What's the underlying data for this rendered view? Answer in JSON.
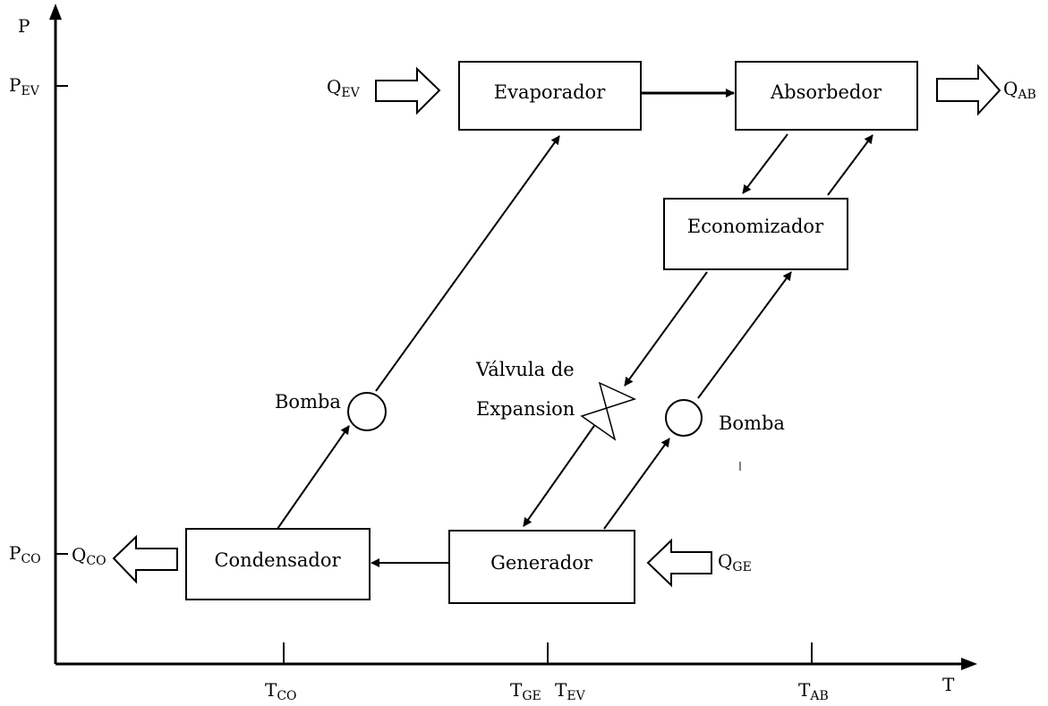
{
  "axes": {
    "y_label": "P",
    "x_label": "T",
    "y_ticks": [
      {
        "main": "P",
        "sub": "EV"
      },
      {
        "main": "P",
        "sub": "CO"
      }
    ],
    "x_ticks": [
      {
        "main": "T",
        "sub": "CO"
      },
      {
        "main": "T",
        "sub": "GE"
      },
      {
        "main": "T",
        "sub": "EV"
      },
      {
        "main": "T",
        "sub": "AB"
      }
    ]
  },
  "components": {
    "evaporador": "Evaporador",
    "absorbedor": "Absorbedor",
    "economizador": "Economizador",
    "condensador": "Condensador",
    "generador": "Generador"
  },
  "labels": {
    "bomba_left": "Bomba",
    "bomba_right": "Bomba",
    "valve_line1": "Válvula de",
    "valve_line2": "Expansion"
  },
  "heat_flows": {
    "q_ev": {
      "main": "Q",
      "sub": "EV"
    },
    "q_ab": {
      "main": "Q",
      "sub": "AB"
    },
    "q_co": {
      "main": "Q",
      "sub": "CO"
    },
    "q_ge": {
      "main": "Q",
      "sub": "GE"
    }
  }
}
